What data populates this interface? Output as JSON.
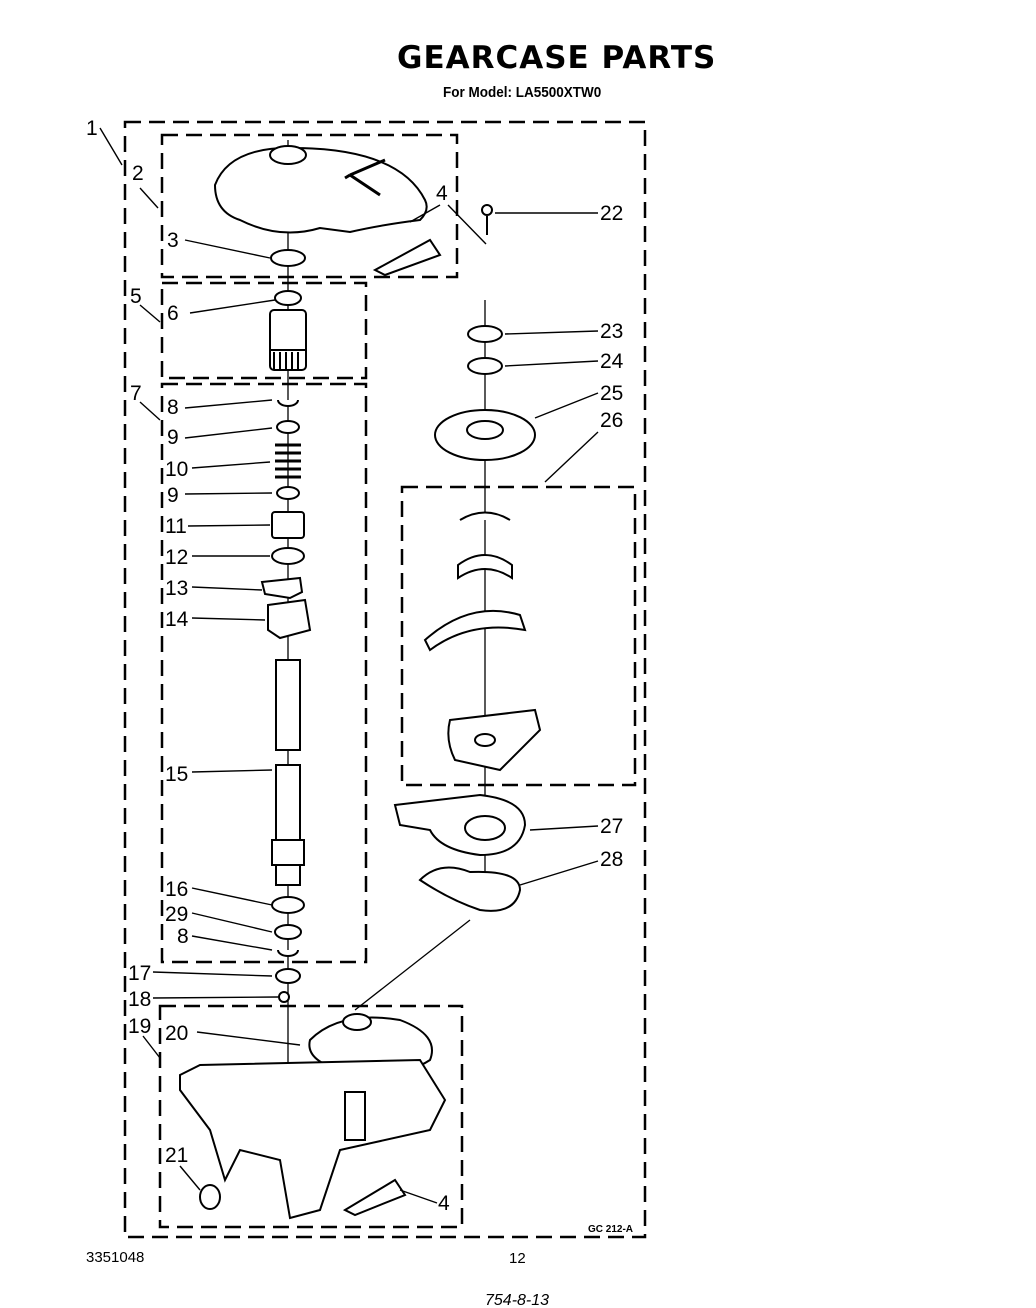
{
  "header": {
    "title": "GEARCASE PARTS",
    "subtitle": "For Model: LA5500XTW0"
  },
  "callouts": [
    "1",
    "2",
    "3",
    "4",
    "22",
    "5",
    "6",
    "7",
    "8",
    "9",
    "10",
    "9",
    "11",
    "12",
    "13",
    "14",
    "15",
    "16",
    "29",
    "8",
    "17",
    "18",
    "19",
    "20",
    "21",
    "4",
    "23",
    "24",
    "25",
    "26",
    "27",
    "28"
  ],
  "footer": {
    "drawing_code": "GC 212-A",
    "part_number": "3351048",
    "page_number": "12",
    "handwritten_note": "754-8-13"
  }
}
